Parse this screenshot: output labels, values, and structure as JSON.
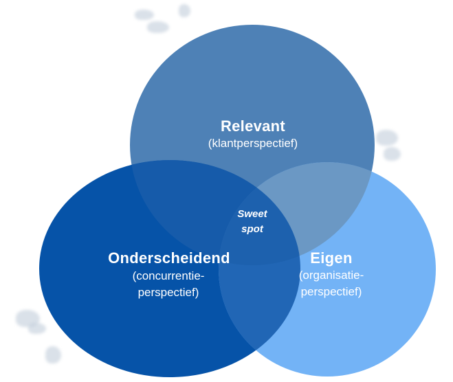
{
  "venn": {
    "relevant": {
      "title": "Relevant",
      "subtitle": "(klantperspectief)"
    },
    "onderscheidend": {
      "title": "Onderscheidend",
      "subtitle": "(concurrentie-\nperspectief)"
    },
    "eigen": {
      "title": "Eigen",
      "subtitle": "(organisatie-\nperspectief)"
    },
    "center": {
      "label": "Sweet\nspot"
    }
  },
  "colors": {
    "background": "#ffffff",
    "text": "#ffffff",
    "relevant_fill": "#4e81b6",
    "onderscheidend_fill": "#0653a8",
    "eigen_fill": "#73b3f6",
    "relevant_onderscheidend_overlap": "#165baa",
    "relevant_eigen_overlap": "#6b98c4",
    "onderscheidend_eigen_overlap": "#2166b5",
    "center_overlap": "#1d61ae"
  }
}
